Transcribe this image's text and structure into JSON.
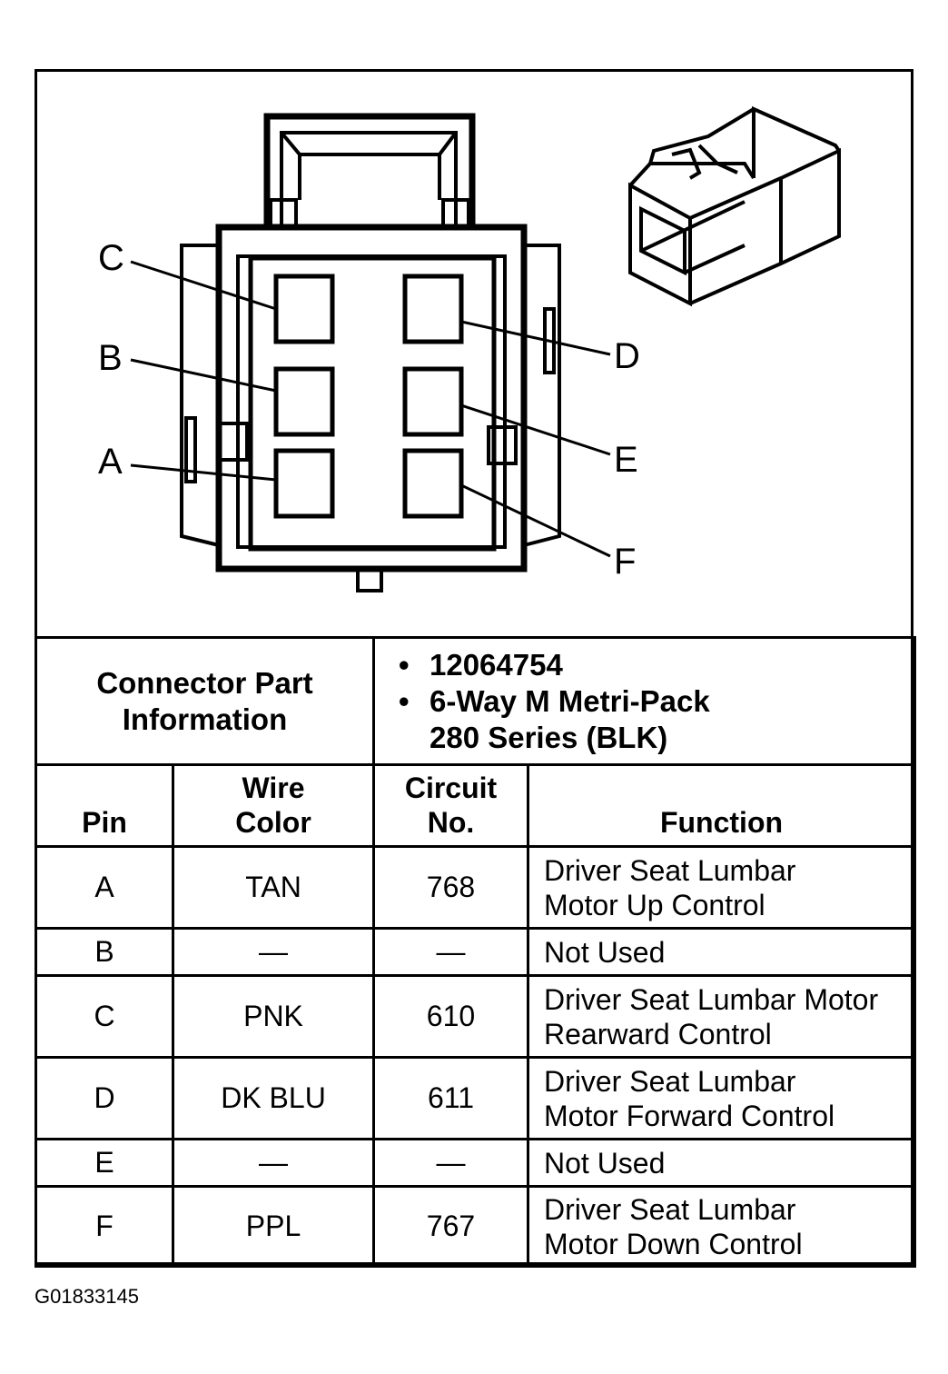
{
  "diagram": {
    "callouts": {
      "A": "A",
      "B": "B",
      "C": "C",
      "D": "D",
      "E": "E",
      "F": "F"
    },
    "icons": [
      "connector-face-view",
      "connector-isometric-view"
    ]
  },
  "connector_info": {
    "label": "Connector Part Information",
    "values": [
      "12064754",
      "6-Way M Metri-Pack 280 Series (BLK)"
    ]
  },
  "table": {
    "headers": {
      "pin": "Pin",
      "wire_color": "Wire Color",
      "circuit": "Circuit No.",
      "function": "Function"
    },
    "rows": [
      {
        "pin": "A",
        "color": "TAN",
        "circuit": "768",
        "function": "Driver Seat Lumbar Motor Up Control"
      },
      {
        "pin": "B",
        "color": "—",
        "circuit": "—",
        "function": "Not Used"
      },
      {
        "pin": "C",
        "color": "PNK",
        "circuit": "610",
        "function": "Driver Seat Lumbar Motor Rearward Control"
      },
      {
        "pin": "D",
        "color": "DK BLU",
        "circuit": "611",
        "function": "Driver Seat Lumbar Motor Forward Control"
      },
      {
        "pin": "E",
        "color": "—",
        "circuit": "—",
        "function": "Not Used"
      },
      {
        "pin": "F",
        "color": "PPL",
        "circuit": "767",
        "function": "Driver Seat Lumbar Motor Down Control"
      }
    ]
  },
  "figure_code": "G01833145"
}
